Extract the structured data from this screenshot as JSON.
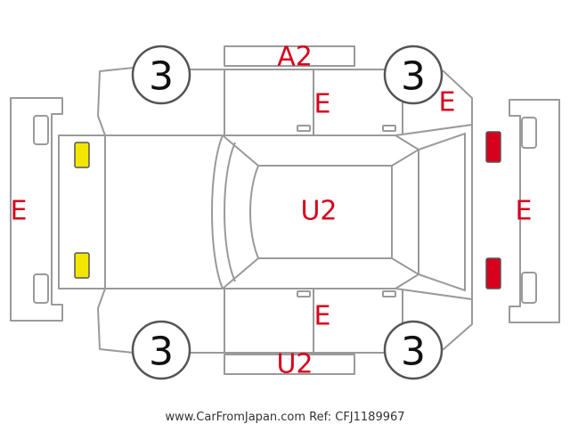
{
  "colors": {
    "damage_code": "#d8001c",
    "light_left": "#f2e600",
    "light_right": "#d8001c",
    "line": "#9a9a9a"
  },
  "tires": {
    "front_left": "3",
    "front_right": "3",
    "rear_left": "3",
    "rear_right": "3"
  },
  "codes": {
    "roof_top_bar": "A2",
    "top_rear_door": "E",
    "top_right_fender": "E",
    "left_bumper": "E",
    "roof": "U2",
    "right_bumper": "E",
    "bottom_rear_door": "E",
    "bottom_bar": "U2"
  },
  "footer": {
    "text": "www.CarFromJapan.com Ref: CFJ1189967"
  }
}
